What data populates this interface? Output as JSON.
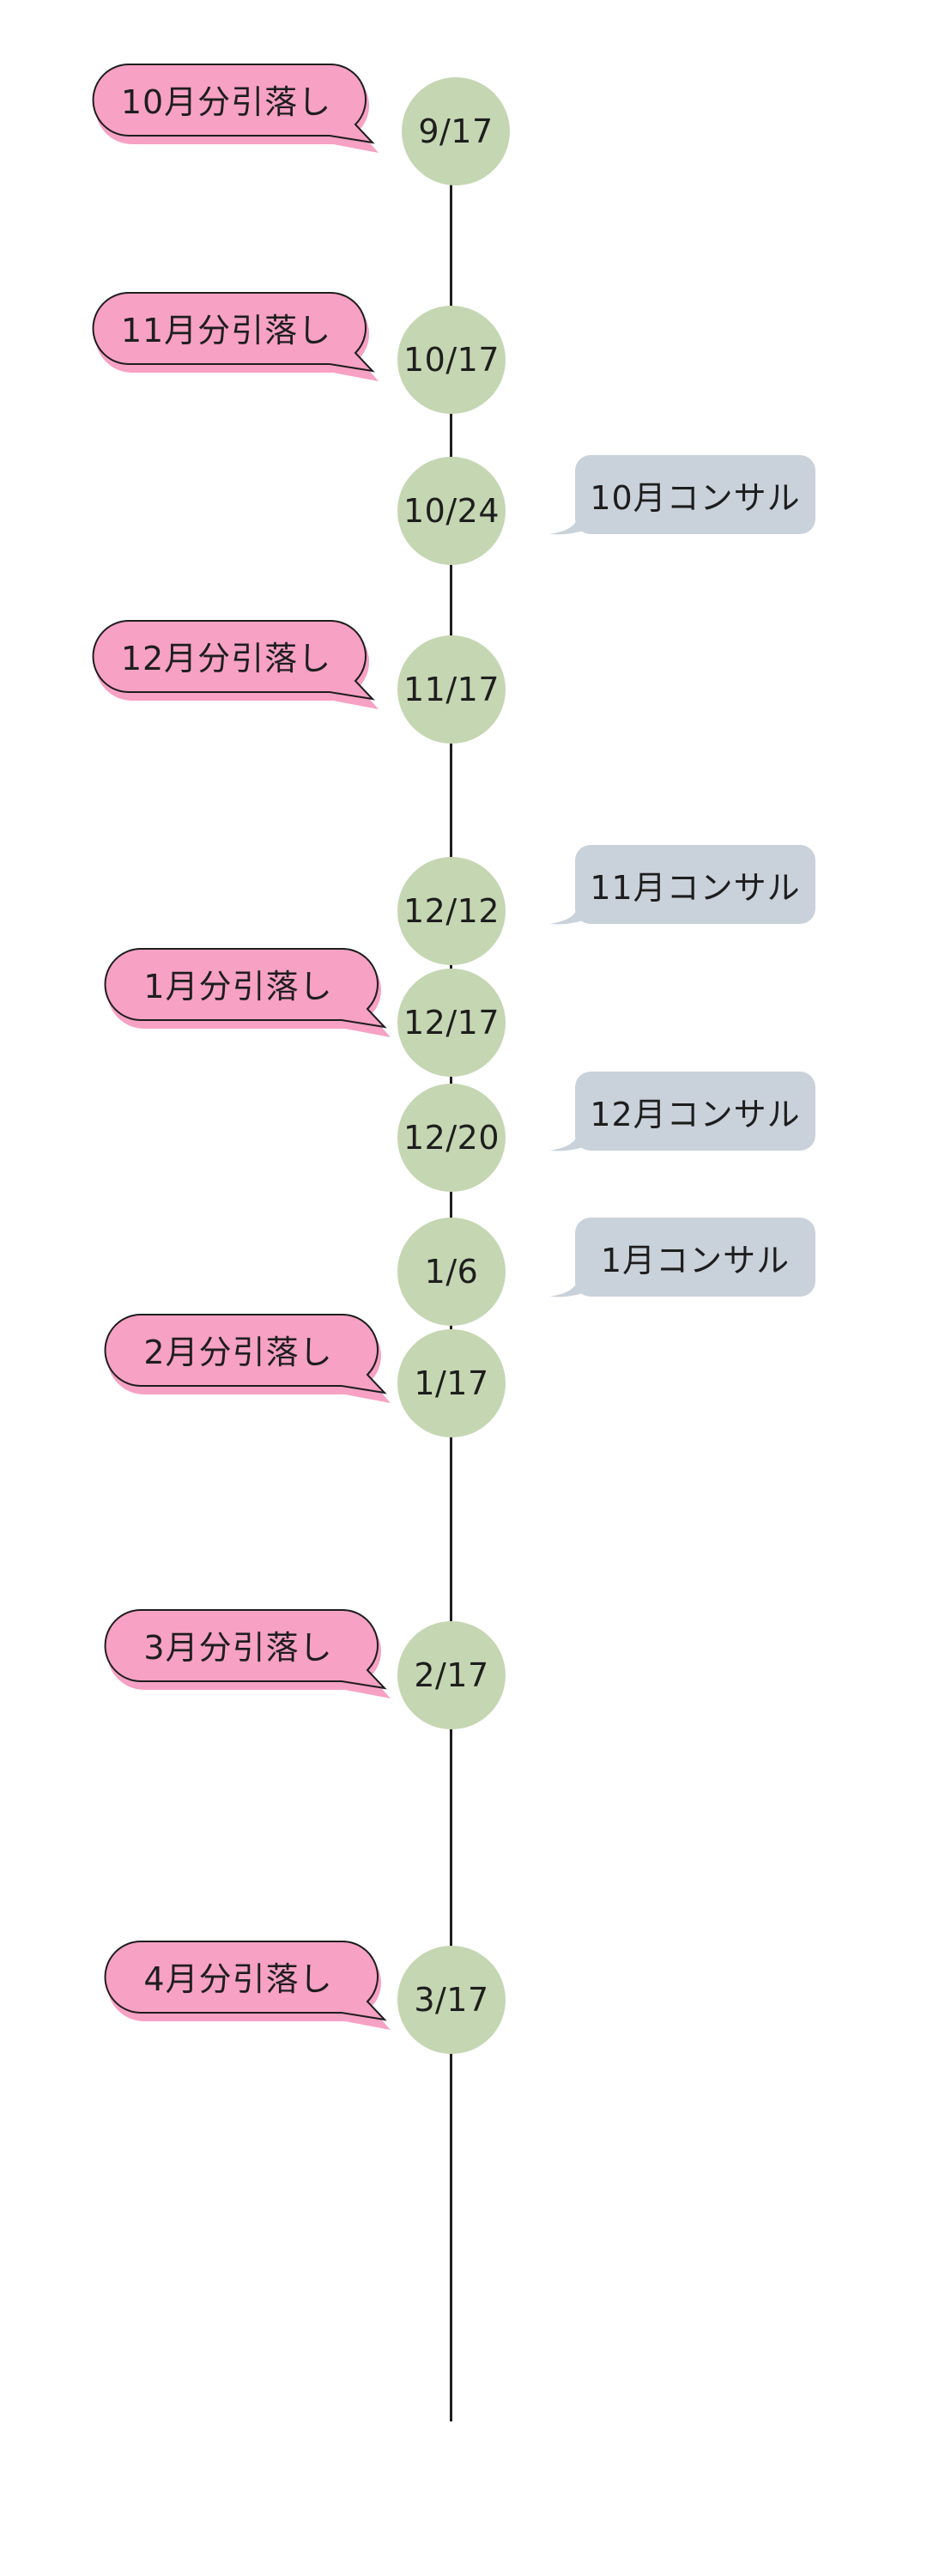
{
  "colors": {
    "date_circle": "#c5d6b2",
    "withdrawal_fill": "#f7a1c4",
    "withdrawal_outline": "#1e1e1e",
    "consult_fill": "#c9d1da",
    "line": "#1e1e1e"
  },
  "icons": {
    "withdrawal": "speech-bubble-icon",
    "consult": "speech-bubble-icon"
  },
  "dates": [
    {
      "label": "9/17"
    },
    {
      "label": "10/17"
    },
    {
      "label": "10/24"
    },
    {
      "label": "11/17"
    },
    {
      "label": "12/12"
    },
    {
      "label": "12/17"
    },
    {
      "label": "12/20"
    },
    {
      "label": "1/6"
    },
    {
      "label": "1/17"
    },
    {
      "label": "2/17"
    },
    {
      "label": "3/17"
    }
  ],
  "withdrawals": [
    {
      "label": "10月分引落し",
      "date": "9/17"
    },
    {
      "label": "11月分引落し",
      "date": "10/17"
    },
    {
      "label": "12月分引落し",
      "date": "11/17"
    },
    {
      "label": "1月分引落し",
      "date": "12/17"
    },
    {
      "label": "2月分引落し",
      "date": "1/17"
    },
    {
      "label": "3月分引落し",
      "date": "2/17"
    },
    {
      "label": "4月分引落し",
      "date": "3/17"
    }
  ],
  "consultations": [
    {
      "label": "10月コンサル",
      "date": "10/24"
    },
    {
      "label": "11月コンサル",
      "date": "12/12"
    },
    {
      "label": "12月コンサル",
      "date": "12/20"
    },
    {
      "label": "1月コンサル",
      "date": "1/6"
    }
  ]
}
